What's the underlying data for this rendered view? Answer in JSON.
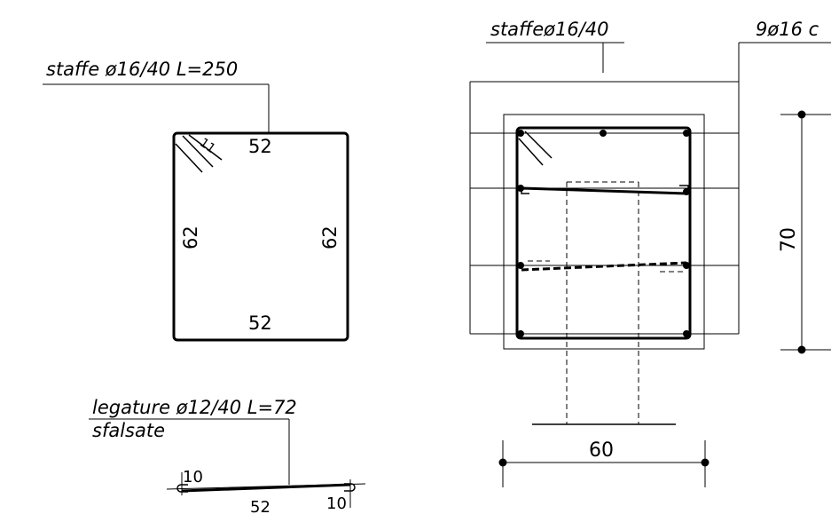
{
  "stirrup_detail": {
    "label": "staffe ø16/40 L=250",
    "top_dim": "52",
    "bottom_dim": "52",
    "left_dim": "62",
    "right_dim": "62",
    "hook_dim": "11"
  },
  "tie_detail": {
    "label": "legature ø12/40 L=72",
    "sublabel": "sfalsate",
    "left_hook_dim": "10",
    "right_hook_dim": "10",
    "length_dim": "52"
  },
  "section": {
    "stirrup_label": "staffeø16/40",
    "bars_label": "9ø16 c",
    "height_dim": "70",
    "width_dim": "60"
  }
}
